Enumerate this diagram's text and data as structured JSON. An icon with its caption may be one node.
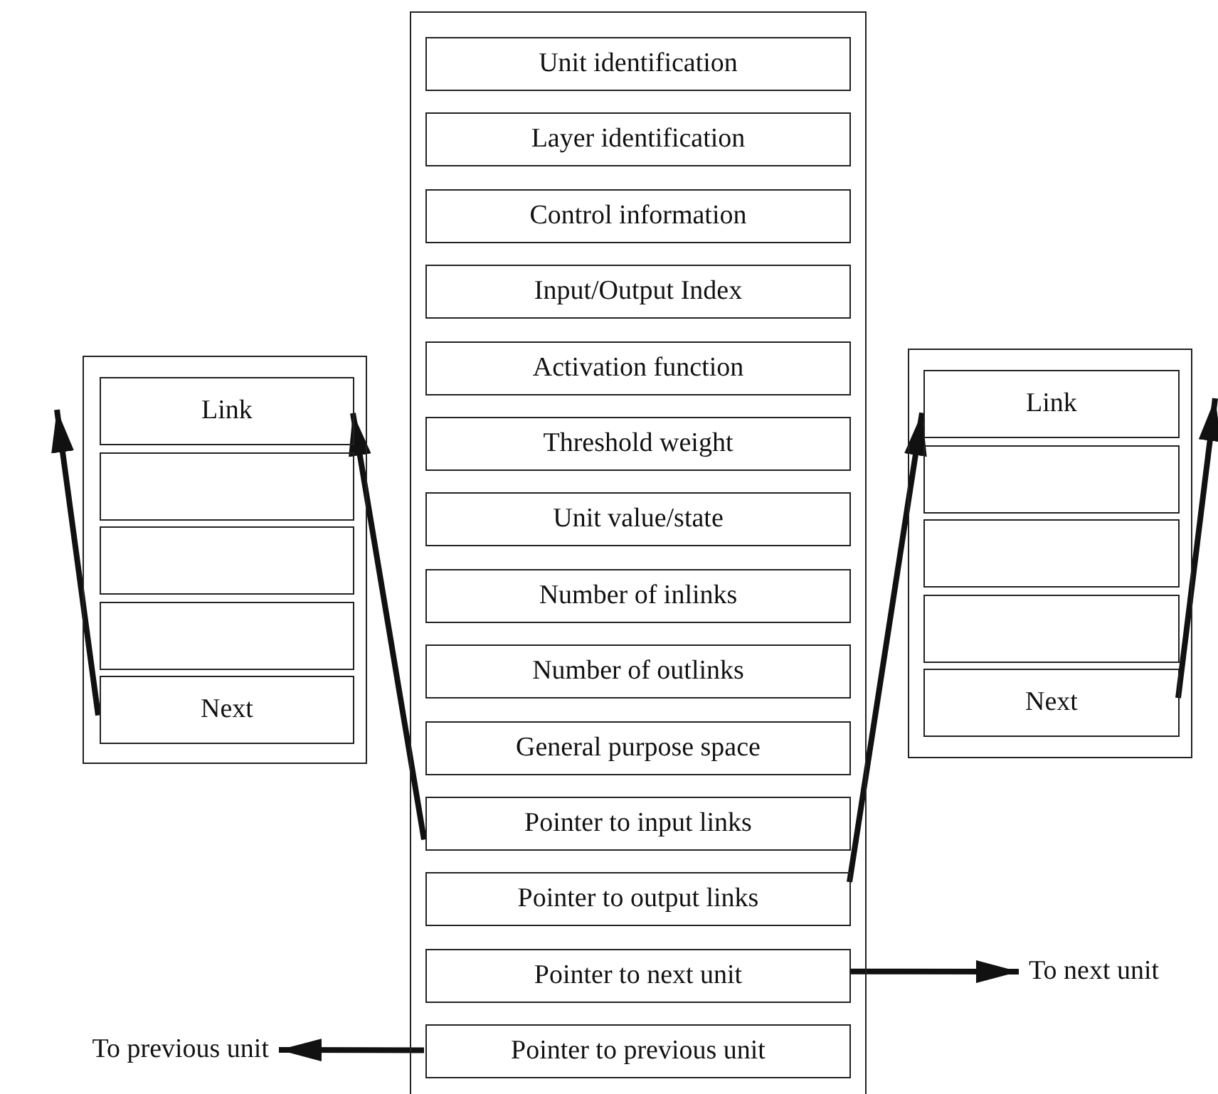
{
  "diagram": {
    "nodes": [
      {
        "text": [],
        "shape": "box"
      },
      {
        "text": [
          "Unit identification"
        ],
        "in": 0
      },
      {
        "text": [
          "Layer identification"
        ],
        "in": 0
      },
      {
        "text": [
          "Control information"
        ],
        "in": 0
      },
      {
        "text": [
          "Input/Output Index"
        ],
        "in": 0
      },
      {
        "text": [
          "Activation function"
        ],
        "in": 0
      },
      {
        "text": [
          "Threshold weight"
        ],
        "in": 0
      },
      {
        "text": [
          "Unit value/state"
        ],
        "in": 0
      },
      {
        "text": [
          "Number of inlinks"
        ],
        "in": 0
      },
      {
        "text": [
          "Number of outlinks"
        ],
        "in": 0
      },
      {
        "text": [
          "General purpose space"
        ],
        "in": 0
      },
      {
        "text": [
          "Pointer to input links"
        ],
        "in": 0
      },
      {
        "text": [
          "Pointer to output links"
        ],
        "in": 0
      },
      {
        "text": [
          "Pointer to next unit"
        ],
        "in": 0
      },
      {
        "text": [
          "Pointer to previous unit"
        ],
        "in": 0
      },
      {
        "text": [],
        "shape": "box"
      },
      {
        "text": [
          "Link"
        ],
        "in": 15
      },
      {
        "text": [],
        "shape": "box",
        "in": 15
      },
      {
        "text": [],
        "shape": "box",
        "in": 15
      },
      {
        "text": [],
        "shape": "box",
        "in": 15
      },
      {
        "text": [
          "Next"
        ],
        "in": 15
      },
      {
        "text": [],
        "shape": "box"
      },
      {
        "text": [
          "Link"
        ],
        "in": 21
      },
      {
        "text": [],
        "shape": "box",
        "in": 21
      },
      {
        "text": [],
        "shape": "box",
        "in": 21
      },
      {
        "text": [],
        "shape": "box",
        "in": 21
      },
      {
        "text": [
          "Next"
        ],
        "in": 21
      },
      {
        "text": [
          "To next unit"
        ]
      },
      {
        "text": [
          "To previous unit"
        ]
      }
    ],
    "edges": [
      {
        "from": 11,
        "to": 16,
        "arrow": "to"
      },
      {
        "from": 20,
        "to": null,
        "arrow": "to"
      },
      {
        "from": 12,
        "to": 22,
        "arrow": "to"
      },
      {
        "from": 26,
        "to": null,
        "arrow": "to"
      },
      {
        "from": 13,
        "to": 27,
        "arrow": "to"
      },
      {
        "from": 14,
        "to": 28,
        "arrow": "to"
      }
    ]
  }
}
